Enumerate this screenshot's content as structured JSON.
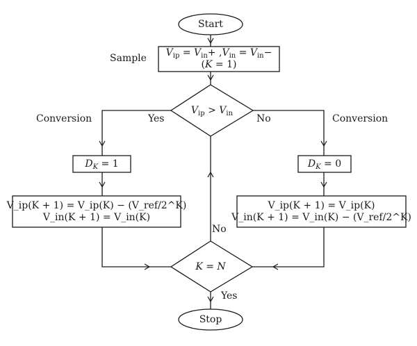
{
  "nodes": {
    "start": "Start",
    "sample_box": {
      "line1": {
        "v_ip": "V",
        "ip": "ip",
        "eq1": " = ",
        "v_in_plus": "V",
        "in_plus": "in",
        "plus": "+ ,",
        "v_in": "V",
        "in": "in",
        "eq2": " = ",
        "v_in_minus": "V",
        "in_minus": "in",
        "minus": "−"
      },
      "line2": {
        "open": "(",
        "k": "K",
        "eq": " = 1",
        "close": ")"
      }
    },
    "decision_compare": {
      "v1": "V",
      "s1": "ip",
      "op": " > ",
      "v2": "V",
      "s2": "in"
    },
    "dk1_box": {
      "d": "D",
      "k": "K",
      "eq": " = 1"
    },
    "dk0_box": {
      "d": "D",
      "k": "K",
      "eq": " = 0"
    },
    "update_left": {
      "line1": "V_ip(K + 1) = V_ip(K) − (V_ref/2^K)",
      "line2": "V_in(K + 1) = V_in(K)"
    },
    "update_right": {
      "line1": "V_ip(K + 1) = V_ip(K)",
      "line2": "V_in(K + 1) = V_in(K) − (V_ref/2^K)"
    },
    "decision_kn": {
      "k": "K",
      "eq": " = ",
      "n": "N"
    },
    "stop": "Stop"
  },
  "labels": {
    "sample": "Sample",
    "conversion_left": "Conversion",
    "conversion_right": "Conversion",
    "yes_left": "Yes",
    "no_right": "No",
    "no_loop": "No",
    "yes_bottom": "Yes"
  }
}
